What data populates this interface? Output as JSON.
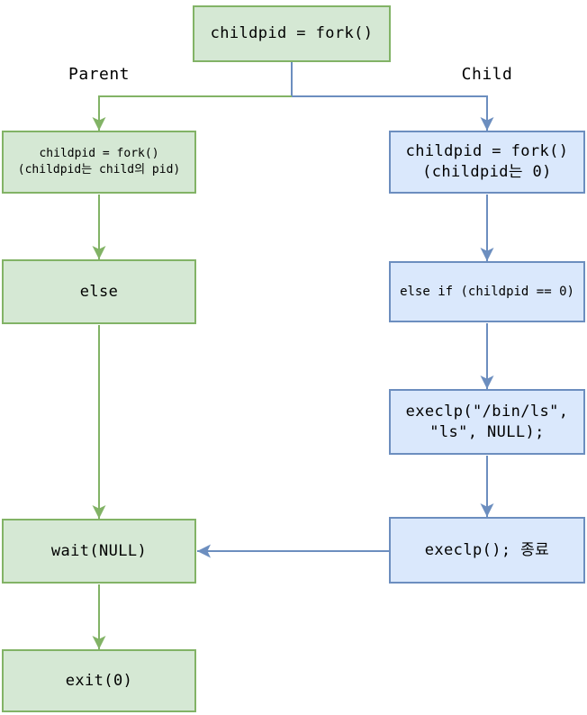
{
  "colors": {
    "background": "#ffffff",
    "green_fill": "#d5e8d4",
    "green_stroke": "#82b366",
    "blue_fill": "#dae8fc",
    "blue_stroke": "#6c8ebf",
    "text": "#000000"
  },
  "diagram": {
    "root": {
      "text": "childpid = fork()"
    },
    "branch_labels": {
      "parent": "Parent",
      "child": "Child"
    },
    "parent_nodes": [
      {
        "line1": "childpid = fork()",
        "line2": "(childpid는 child의 pid)"
      },
      {
        "line1": "else"
      },
      {
        "line1": "wait(NULL)"
      },
      {
        "line1": "exit(0)"
      }
    ],
    "child_nodes": [
      {
        "line1": "childpid = fork()",
        "line2": "(childpid는 0)"
      },
      {
        "line1": "else if (childpid == 0)"
      },
      {
        "line1": "execlp(\"/bin/ls\",",
        "line2": "\"ls\", NULL);"
      },
      {
        "line1": "execlp(); 종료"
      }
    ]
  }
}
